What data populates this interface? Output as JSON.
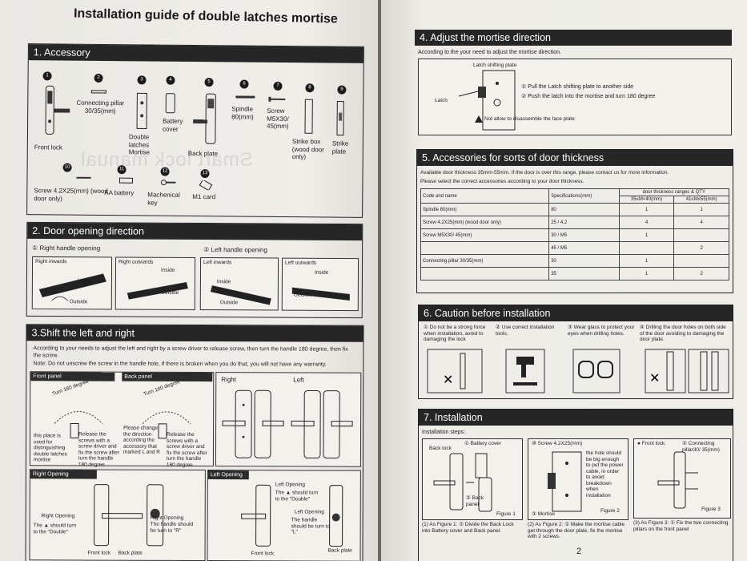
{
  "left_page": {
    "title": "Installation guide of double latches mortise",
    "watermark": "Smart lock manual",
    "sec1": {
      "header": "1. Accessory",
      "items": [
        {
          "num": "1",
          "label": "Front lock"
        },
        {
          "num": "2",
          "label": "Connecting pillar 30/35(mm)"
        },
        {
          "num": "3",
          "label": "Double latches Mortise"
        },
        {
          "num": "4",
          "label": "Battery cover"
        },
        {
          "num": "5",
          "label": "Back plate"
        },
        {
          "num": "6",
          "label": "Spindle 80(mm)"
        },
        {
          "num": "7",
          "label": "Screw M5X30/ 45(mm)"
        },
        {
          "num": "8",
          "label": "Strike box (wood door only)"
        },
        {
          "num": "9",
          "label": "Strike plate"
        },
        {
          "num": "10",
          "label": "Screw 4.2X25(mm) (wood door only)"
        },
        {
          "num": "11",
          "label": "AA battery"
        },
        {
          "num": "12",
          "label": "Machenical key"
        },
        {
          "num": "13",
          "label": "M1 card"
        }
      ]
    },
    "sec2": {
      "header": "2. Door opening direction",
      "right_handle": "① Right handle opening",
      "left_handle": "② Left handle opening",
      "panels": [
        {
          "label": "Right inwards",
          "inside": "Inside",
          "outside": "Outside"
        },
        {
          "label": "Right outwards",
          "inside": "Inside",
          "outside": "Outside"
        },
        {
          "label": "Left inwards",
          "inside": "Inside",
          "outside": "Outside"
        },
        {
          "label": "Left outwards",
          "inside": "Inside",
          "outside": "Outside"
        }
      ]
    },
    "sec3": {
      "header": "3.Shift the left and right",
      "intro": "According to your needs to adjust the left and right by a screw driver to release screw, then turn the handle 180 degree, then fix the screw.",
      "note": "Note: Do not unscrew the screw in the handle hole, if there is broken when you do that, you will not have any warranty.",
      "front_panel": "Front panel",
      "back_panel": "Back panel",
      "turn_text": "Turn 180 degree",
      "front_note1": "this place is used for distinguishing double latches mortise",
      "front_note2": "Release the screws with a screw driver and fix the screw after turn the handle 180 degree",
      "back_note1": "Please change the direction according the accessory that marked L and R",
      "back_note2": "Release the screws with a screw driver and fix the screw after turn the handle 180 degree",
      "right": "Right",
      "left": "Left",
      "right_opening": "Right Opening",
      "left_opening": "Left Opening",
      "ro_caption1": "Right Opening",
      "ro_caption2": "The ▲ should turn to the \"Double\"",
      "ro_caption3": "Right Opening",
      "ro_caption4": "The handle should be turn to \"R\"",
      "lo_caption1": "Left Opening",
      "lo_caption2": "The ▲ should turn to the \"Double\"",
      "lo_caption3": "Left Opening",
      "lo_caption4": "The handle should be turn to \"L\"",
      "front_lock": "Front lock",
      "back_plate": "Back plate",
      "front_lock2": "Front lock",
      "back_plate2": "Back plate"
    }
  },
  "right_page": {
    "sec4": {
      "header": "4. Adjust the mortise direction",
      "intro": "According to the your need to adjust the mortise direction.",
      "latch_plate": "Latch shifting plate",
      "latch": "Latch",
      "step1": "① Pull the Latch shifting plate to another side",
      "step2": "② Push the latch into the mortise and turn 180 degree",
      "warning": "Not allow to disassemble the face plate"
    },
    "sec5": {
      "header": "5. Accessories for sorts of door thickness",
      "intro1": "Available door thickness 35mm-55mm. If the door is over this range, please contact us for more information.",
      "intro2": "Please select the correct accessories according to your door thickness.",
      "col_code": "Code and name",
      "col_spec": "Specifications(mm)",
      "col_range": "door thickness ranges & QTY",
      "col_r1": "35≤M<40(mm)",
      "col_r2": "41≤M≤55(mm)",
      "rows": [
        {
          "name": "Spindle 80(mm)",
          "spec": "80",
          "q1": "1",
          "q2": "1"
        },
        {
          "name": "Screw 4.2X25(mm) (wood door only)",
          "spec": "25 / 4.2",
          "q1": "4",
          "q2": "4"
        },
        {
          "name": "Screw M5X30/ 45(mm)",
          "spec": "30 / M5",
          "q1": "1",
          "q2": ""
        },
        {
          "name": "",
          "spec": "45 / M5",
          "q1": "",
          "q2": "2"
        },
        {
          "name": "Connecting pillar 30/35(mm)",
          "spec": "30",
          "q1": "1",
          "q2": ""
        },
        {
          "name": "",
          "spec": "35",
          "q1": "1",
          "q2": "2"
        }
      ]
    },
    "sec6": {
      "header": "6. Caution before installation",
      "items": [
        "① Do not be a strong force when installation, avoid to damaging the lock",
        "② Use correct installation tools.",
        "③ Wear glass to protect your eyes when drilling holes.",
        "④ Drilling the door holes on both side of the door avoiding to damaging the door plate."
      ]
    },
    "sec7": {
      "header": "7. Installation",
      "steps_label": "Installation steps:",
      "fig1": {
        "back_lock": "Back lock",
        "battery_cover": "① Battery cover",
        "back_panel": "② Back panel",
        "fig": "Figure 1",
        "caption": "(1) As Figure 1: ① Divide the Back Lock into Battery cover and Back panel."
      },
      "fig2": {
        "screw": "⑩ Screw 4.2X25(mm)",
        "note": "the hole should be big enough to put the power cable, in order to avoid breakdown when installation",
        "mortise": "③ Mortise",
        "fig": "Figure 2",
        "caption": "(2) As Figure 2: ① Make the mortise cable get through the door plate, fix the mortise with 2 screws."
      },
      "fig3": {
        "front_lock": "● Front lock",
        "pillar": "② Connecting pillar30/ 35(mm)",
        "fig": "Figure 3",
        "caption": "(3) As Figure 3: ① Fix the two connecting pillars on the front panel"
      }
    },
    "page_number": "2"
  }
}
